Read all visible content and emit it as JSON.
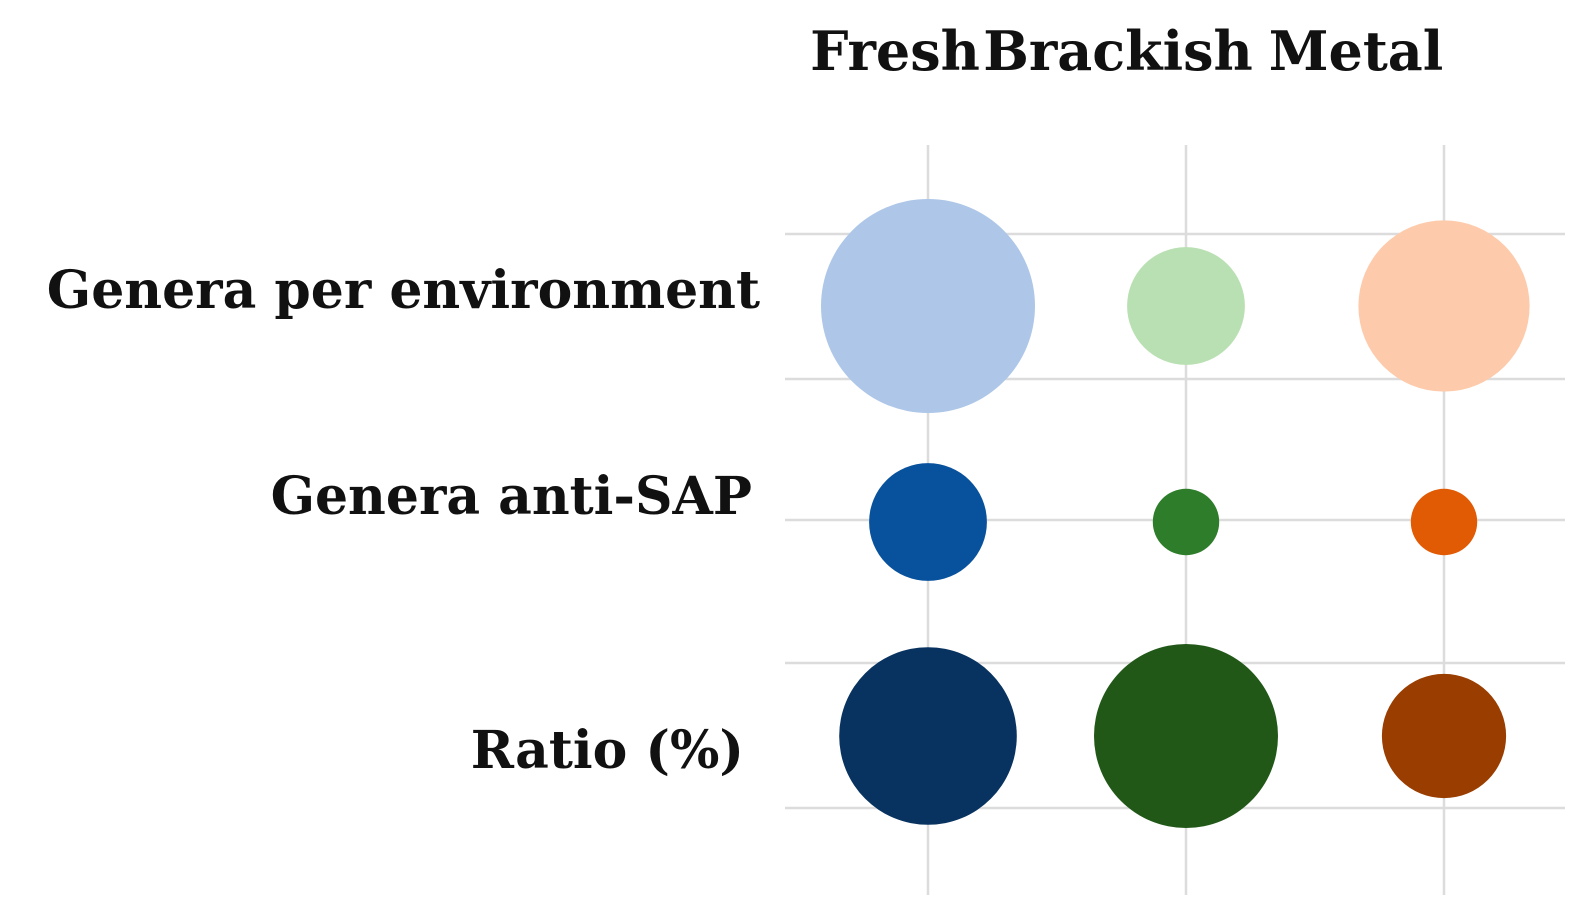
{
  "chart_data": {
    "type": "bubble",
    "title": "",
    "columns": [
      "Fresh",
      "Brackish",
      "Metal"
    ],
    "rows": [
      "Genera per environment",
      "Genera anti-SAP",
      "Ratio (%)"
    ],
    "grid": true,
    "legend": "none",
    "size_encoding": "relative bubble size (diameter, relative units)",
    "cells": [
      {
        "row": "Genera per environment",
        "column": "Fresh",
        "size": 1.0,
        "color": "#aec7e8"
      },
      {
        "row": "Genera per environment",
        "column": "Brackish",
        "size": 0.55,
        "color": "#b9e0b2"
      },
      {
        "row": "Genera per environment",
        "column": "Metal",
        "size": 0.8,
        "color": "#fdcbab"
      },
      {
        "row": "Genera anti-SAP",
        "column": "Fresh",
        "size": 0.55,
        "color": "#08519c"
      },
      {
        "row": "Genera anti-SAP",
        "column": "Brackish",
        "size": 0.31,
        "color": "#2e7d2a"
      },
      {
        "row": "Genera anti-SAP",
        "column": "Metal",
        "size": 0.31,
        "color": "#e15a04"
      },
      {
        "row": "Ratio (%)",
        "column": "Fresh",
        "size": 0.83,
        "color": "#08325f"
      },
      {
        "row": "Ratio (%)",
        "column": "Brackish",
        "size": 0.86,
        "color": "#215818"
      },
      {
        "row": "Ratio (%)",
        "column": "Metal",
        "size": 0.58,
        "color": "#993d00"
      }
    ]
  },
  "colors": {
    "grid": "#dcdcdc",
    "text": "#111111",
    "background": "#ffffff"
  }
}
